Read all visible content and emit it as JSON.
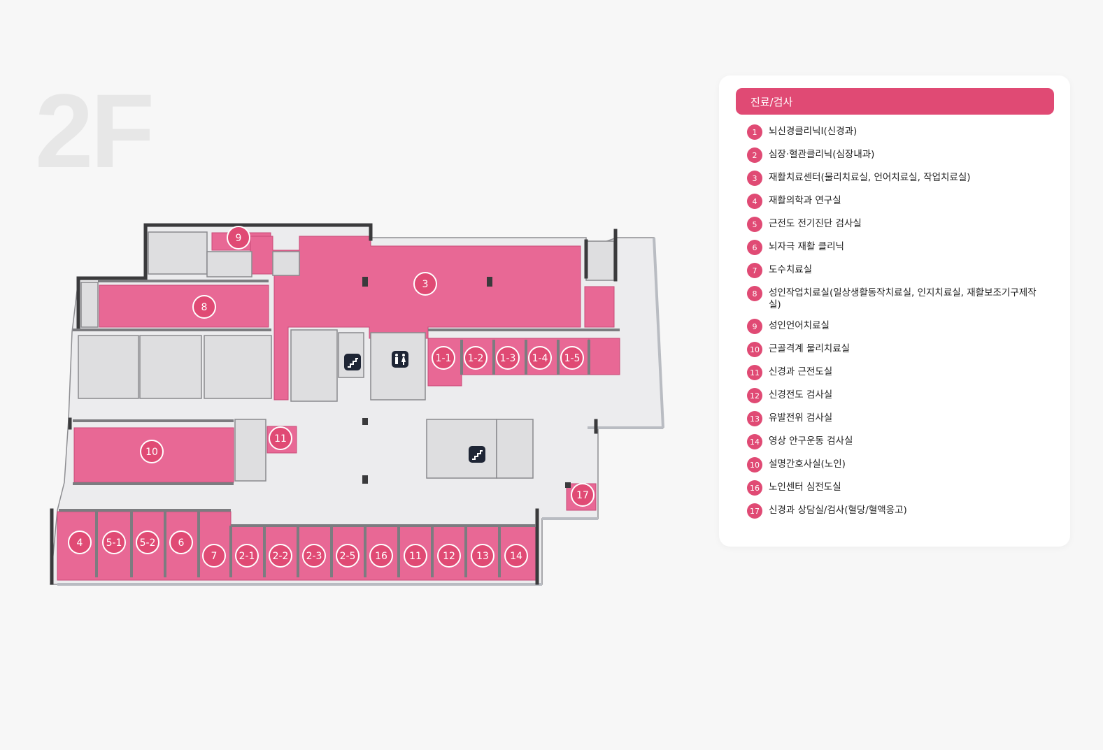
{
  "floor": "2F",
  "colors": {
    "accent": "#e04a74",
    "room": "#e86895",
    "floor": "#ececee",
    "wall": "#3a3a3c"
  },
  "legend": {
    "title": "진료/검사",
    "items": [
      {
        "badge": "1",
        "label": "뇌신경클리닉I(신경과)"
      },
      {
        "badge": "2",
        "label": "심장·혈관클리닉(심장내과)"
      },
      {
        "badge": "3",
        "label": "재활치료센터(물리치료실, 언어치료실, 작업치료실)"
      },
      {
        "badge": "4",
        "label": "재활의학과 연구실"
      },
      {
        "badge": "5",
        "label": "근전도 전기진단 검사실"
      },
      {
        "badge": "6",
        "label": "뇌자극 재활 클리닉"
      },
      {
        "badge": "7",
        "label": "도수치료실"
      },
      {
        "badge": "8",
        "label": "성인작업치료실(일상생활동작치료실, 인지치료실, 재활보조기구제작실)"
      },
      {
        "badge": "9",
        "label": "성인언어치료실"
      },
      {
        "badge": "10",
        "label": "근골격계 물리치료실"
      },
      {
        "badge": "11",
        "label": "신경과 근전도실"
      },
      {
        "badge": "12",
        "label": "신경전도 검사실"
      },
      {
        "badge": "13",
        "label": "유발전위 검사실"
      },
      {
        "badge": "14",
        "label": "영상 안구운동 검사실"
      },
      {
        "badge": "10",
        "label": "설명간호사실(노인)"
      },
      {
        "badge": "16",
        "label": "노인센터 심전도실"
      },
      {
        "badge": "17",
        "label": "신경과 상담실/검사(혈당/혈액응고)"
      }
    ]
  },
  "map": {
    "markers": [
      "9",
      "3",
      "8",
      "1-1",
      "1-2",
      "1-3",
      "1-4",
      "1-5",
      "10",
      "11",
      "17",
      "4",
      "5-1",
      "5-2",
      "6",
      "7",
      "2-1",
      "2-2",
      "2-3",
      "2-5",
      "16",
      "11",
      "12",
      "13",
      "14"
    ],
    "icons": [
      "stairs-icon",
      "restroom-icon",
      "stairs-icon"
    ]
  }
}
